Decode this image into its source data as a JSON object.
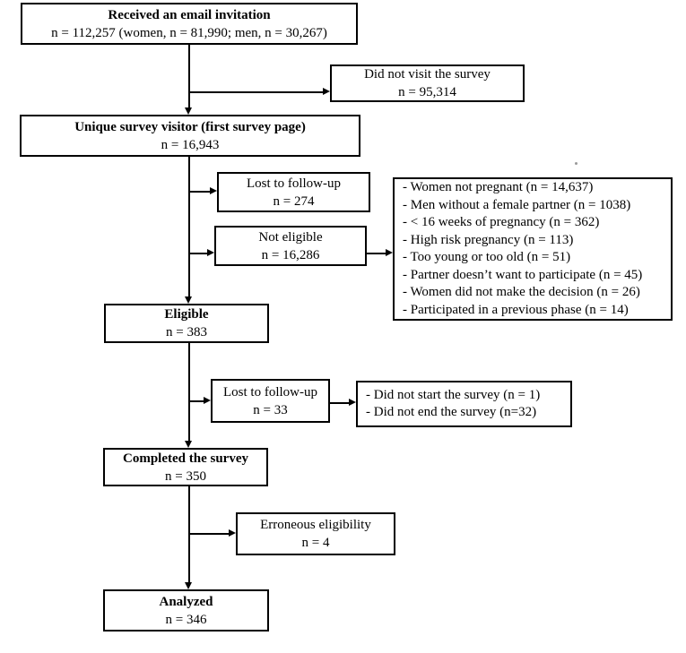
{
  "diagram": {
    "type": "participant-flowchart",
    "background_color": "#ffffff",
    "line_color": "#000000",
    "boxes": {
      "received": {
        "title": "Received an email invitation",
        "value": "n = 112,257 (women, n = 81,990; men, n = 30,267)"
      },
      "did_not_visit": {
        "title": "Did not visit the survey",
        "value": "n = 95,314"
      },
      "unique_visitor": {
        "title": "Unique survey visitor (first survey page)",
        "value": "n = 16,943"
      },
      "lost_to_followup_1": {
        "title": "Lost to follow-up",
        "value": "n = 274"
      },
      "not_eligible": {
        "title": "Not eligible",
        "value": "n = 16,286"
      },
      "not_eligible_reasons": {
        "items": [
          "- Women not pregnant (n = 14,637)",
          "- Men without a female partner (n = 1038)",
          "- < 16 weeks of pregnancy (n = 362)",
          "- High risk pregnancy (n = 113)",
          "- Too young or too old (n = 51)",
          "- Partner doesn’t want to participate (n = 45)",
          "- Women did not make the decision (n = 26)",
          "- Participated in a previous phase (n = 14)"
        ]
      },
      "eligible": {
        "title": "Eligible",
        "value": "n = 383"
      },
      "lost_to_followup_2": {
        "title": "Lost to follow-up",
        "value": "n = 33"
      },
      "lost_to_followup_reasons": {
        "items": [
          "- Did not start the survey (n = 1)",
          "- Did not end the survey (n=32)"
        ]
      },
      "completed": {
        "title": "Completed the survey",
        "value": "n = 350"
      },
      "erroneous_eligibility": {
        "title": "Erroneous eligibility",
        "value": "n = 4"
      },
      "analyzed": {
        "title": "Analyzed",
        "value": "n = 346"
      }
    }
  }
}
